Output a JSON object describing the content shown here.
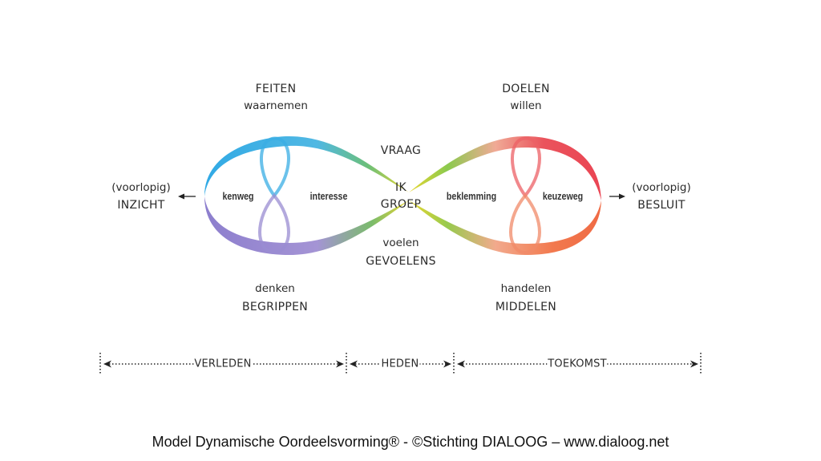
{
  "diagram": {
    "title": "Model Dynamische Oordeelsvorming",
    "left_loop": {
      "top": {
        "caps": "FEITEN",
        "verb": "waarnemen"
      },
      "bottom": {
        "verb": "denken",
        "caps": "BEGRIPPEN"
      },
      "outer": {
        "line1": "(voorlopig)",
        "line2": "INZICHT"
      },
      "inner_left": "kenweg",
      "inner_right": "interesse",
      "colors": {
        "top": "#1ea0e0",
        "bottom": "#8a78c8"
      }
    },
    "center": {
      "top": "VRAAG",
      "middle1": "IK",
      "middle2": "GROEP",
      "bottom_verb": "voelen",
      "bottom_caps": "GEVOELENS",
      "color": "#e8d41a"
    },
    "right_loop": {
      "top": {
        "caps": "DOELEN",
        "verb": "willen"
      },
      "bottom": {
        "verb": "handelen",
        "caps": "MIDDELEN"
      },
      "outer": {
        "line1": "(voorlopig)",
        "line2": "BESLUIT"
      },
      "inner_left": "beklemming",
      "inner_right": "keuzeweg",
      "colors": {
        "top": "#e8404a",
        "bottom": "#f06a3a"
      }
    },
    "timeline": [
      {
        "label": "VERLEDEN"
      },
      {
        "label": "HEDEN"
      },
      {
        "label": "TOEKOMST"
      }
    ],
    "arrows": {
      "left": "←",
      "right": "→"
    }
  },
  "footer": "Model Dynamische Oordeelsvorming® - ©Stichting DIALOOG – www.dialoog.net"
}
